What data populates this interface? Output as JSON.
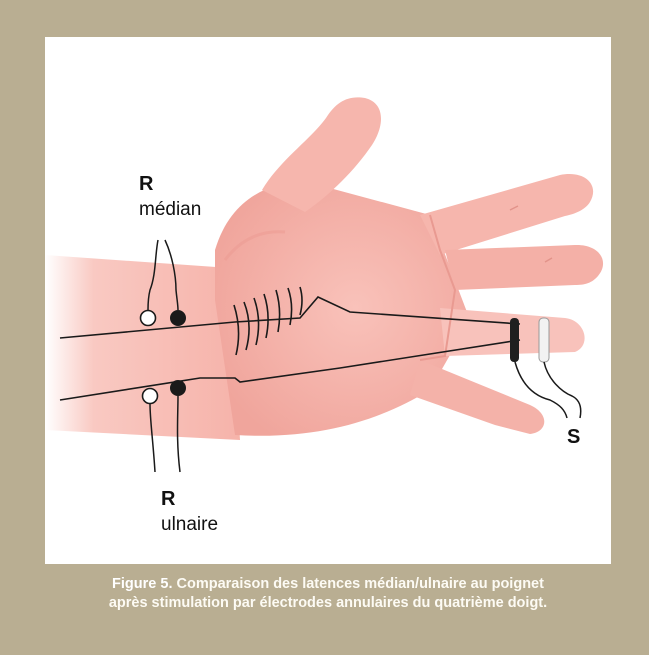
{
  "labels": {
    "top_r": "R",
    "top_nerve": "médian",
    "bottom_r": "R",
    "bottom_nerve": "ulnaire",
    "stim": "S"
  },
  "caption": {
    "label": "Figure 5.",
    "line1_text": "Comparaison des latences médian/ulnaire au poignet",
    "line2_text": "après stimulation par électrodes annulaires du quatrième doigt."
  },
  "colors": {
    "frame": "#b9ae92",
    "skin": "#f7b9b1",
    "skin_shadow": "#ec9d94",
    "lines": "#1a1a1a"
  },
  "icons": {
    "illustration": "hand-with-electrodes-illustration",
    "ring_electrodes": "ring-electrode-icon"
  }
}
